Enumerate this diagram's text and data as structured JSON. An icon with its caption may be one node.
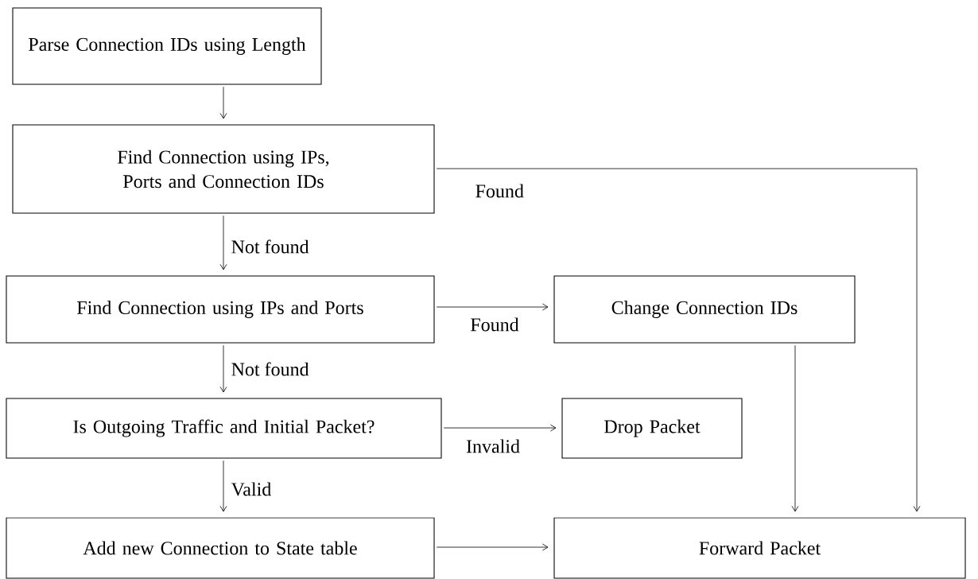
{
  "diagram": {
    "nodes": [
      {
        "text": [
          "Parse Connection IDs using Length"
        ]
      },
      {
        "text": [
          "Find Connection using IPs, Ports and Connection IDs"
        ]
      },
      {
        "text": [
          "Find Connection using IPs and Ports"
        ]
      },
      {
        "text": [
          "Change Connection IDs"
        ]
      },
      {
        "text": [
          "Is Outgoing Traffic and Initial Packet?"
        ]
      },
      {
        "text": [
          "Drop Packet"
        ]
      },
      {
        "text": [
          "Add new Connection to State table"
        ]
      },
      {
        "text": [
          "Forward Packet"
        ]
      }
    ],
    "edges": [
      {
        "from": 0,
        "to": 1,
        "arrow": "to"
      },
      {
        "from": 1,
        "to": 2,
        "arrow": "to",
        "label": "Not found"
      },
      {
        "from": 1,
        "to": 7,
        "arrow": "to",
        "label": "Found"
      },
      {
        "from": 2,
        "to": 3,
        "arrow": "to",
        "label": "Found"
      },
      {
        "from": 2,
        "to": 4,
        "arrow": "to",
        "label": "Not found"
      },
      {
        "from": 4,
        "to": 5,
        "arrow": "to",
        "label": "Invalid"
      },
      {
        "from": 4,
        "to": 6,
        "arrow": "to",
        "label": "Valid"
      },
      {
        "from": 3,
        "to": 7,
        "arrow": "to"
      },
      {
        "from": 6,
        "to": 7,
        "arrow": "to"
      }
    ]
  }
}
